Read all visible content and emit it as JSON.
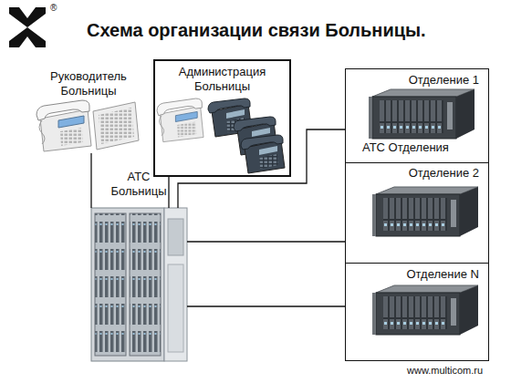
{
  "diagram": {
    "title": "Схема организации связи Больницы.",
    "nodes": [
      {
        "text": [
          "Руководитель Больницы"
        ]
      },
      {
        "text": [
          "Администрация Больницы"
        ]
      },
      {
        "text": [
          "АТС Больницы"
        ]
      },
      {
        "text": [
          "Отделение 1",
          "АТС Отделения"
        ]
      },
      {
        "text": [
          "Отделение 2"
        ]
      },
      {
        "text": [
          "Отделение N"
        ]
      }
    ],
    "edges": [
      {
        "from": 2,
        "to": 0,
        "arrow": "none"
      },
      {
        "from": 2,
        "to": 1,
        "arrow": "none"
      },
      {
        "from": 2,
        "to": 3,
        "arrow": "none"
      },
      {
        "from": 2,
        "to": 4,
        "arrow": "none"
      },
      {
        "from": 2,
        "to": 5,
        "arrow": "none"
      }
    ],
    "labels": [
      "®",
      "www.multicom.ru"
    ]
  }
}
